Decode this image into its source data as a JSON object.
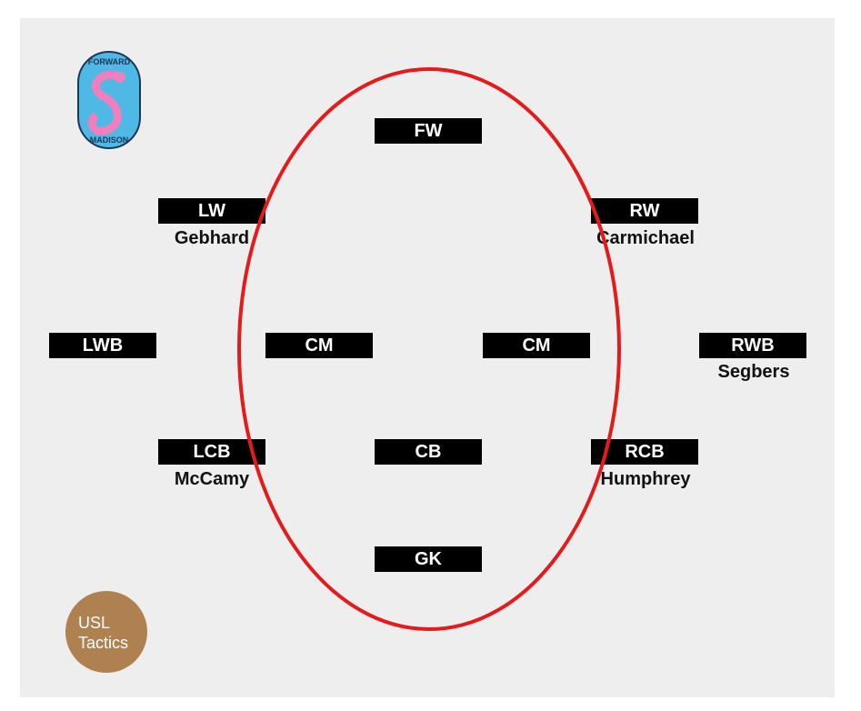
{
  "logo": {
    "text_top": "FORWARD",
    "text_bottom": "MADISON"
  },
  "positions": {
    "fw": "FW",
    "lw": "LW",
    "rw": "RW",
    "lwb": "LWB",
    "lcm": "CM",
    "rcm": "CM",
    "rwb": "RWB",
    "lcb": "LCB",
    "cb": "CB",
    "rcb": "RCB",
    "gk": "GK"
  },
  "players": {
    "lw": "Gebhard",
    "rw": "Carmichael",
    "rwb": "Segbers",
    "lcb": "McCamy",
    "rcb": "Humphrey"
  },
  "badge": {
    "line1": "USL",
    "line2": "Tactics"
  },
  "colors": {
    "highlight": "#e31b1b",
    "badge": "#b08150",
    "background": "#eeeeee"
  }
}
